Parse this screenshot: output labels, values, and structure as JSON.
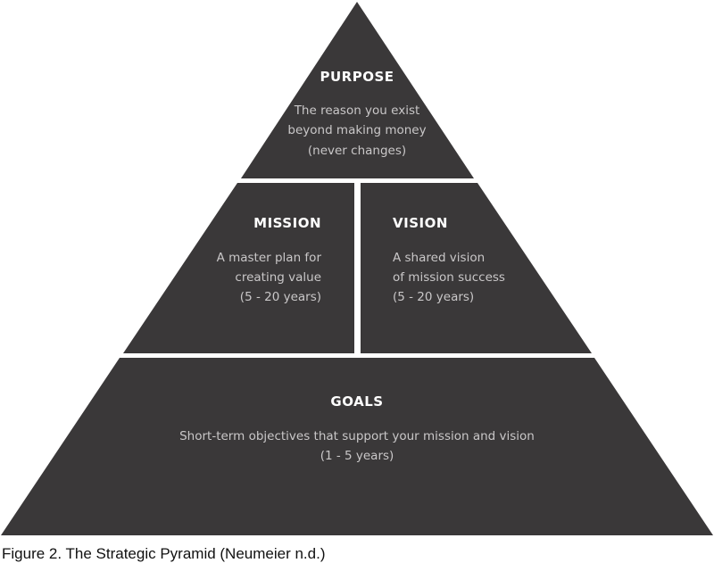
{
  "tiers": {
    "purpose": {
      "title": "PURPOSE",
      "lines": [
        "The reason you exist",
        "beyond making money",
        "(never changes)"
      ]
    },
    "mission": {
      "title": "MISSION",
      "lines": [
        "A master plan for",
        "creating value",
        "(5 - 20 years)"
      ]
    },
    "vision": {
      "title": "VISION",
      "lines": [
        "A shared vision",
        "of mission success",
        "(5 - 20 years)"
      ]
    },
    "goals": {
      "title": "GOALS",
      "lines": [
        "Short-term objectives that support your mission and vision",
        "(1 - 5 years)"
      ]
    }
  },
  "caption": "Figure 2. The Strategic Pyramid (Neumeier n.d.)",
  "colors": {
    "tier_fill": "#3a3839",
    "heading_text": "#ffffff",
    "description_text": "#c9c7c8",
    "background": "#ffffff"
  }
}
